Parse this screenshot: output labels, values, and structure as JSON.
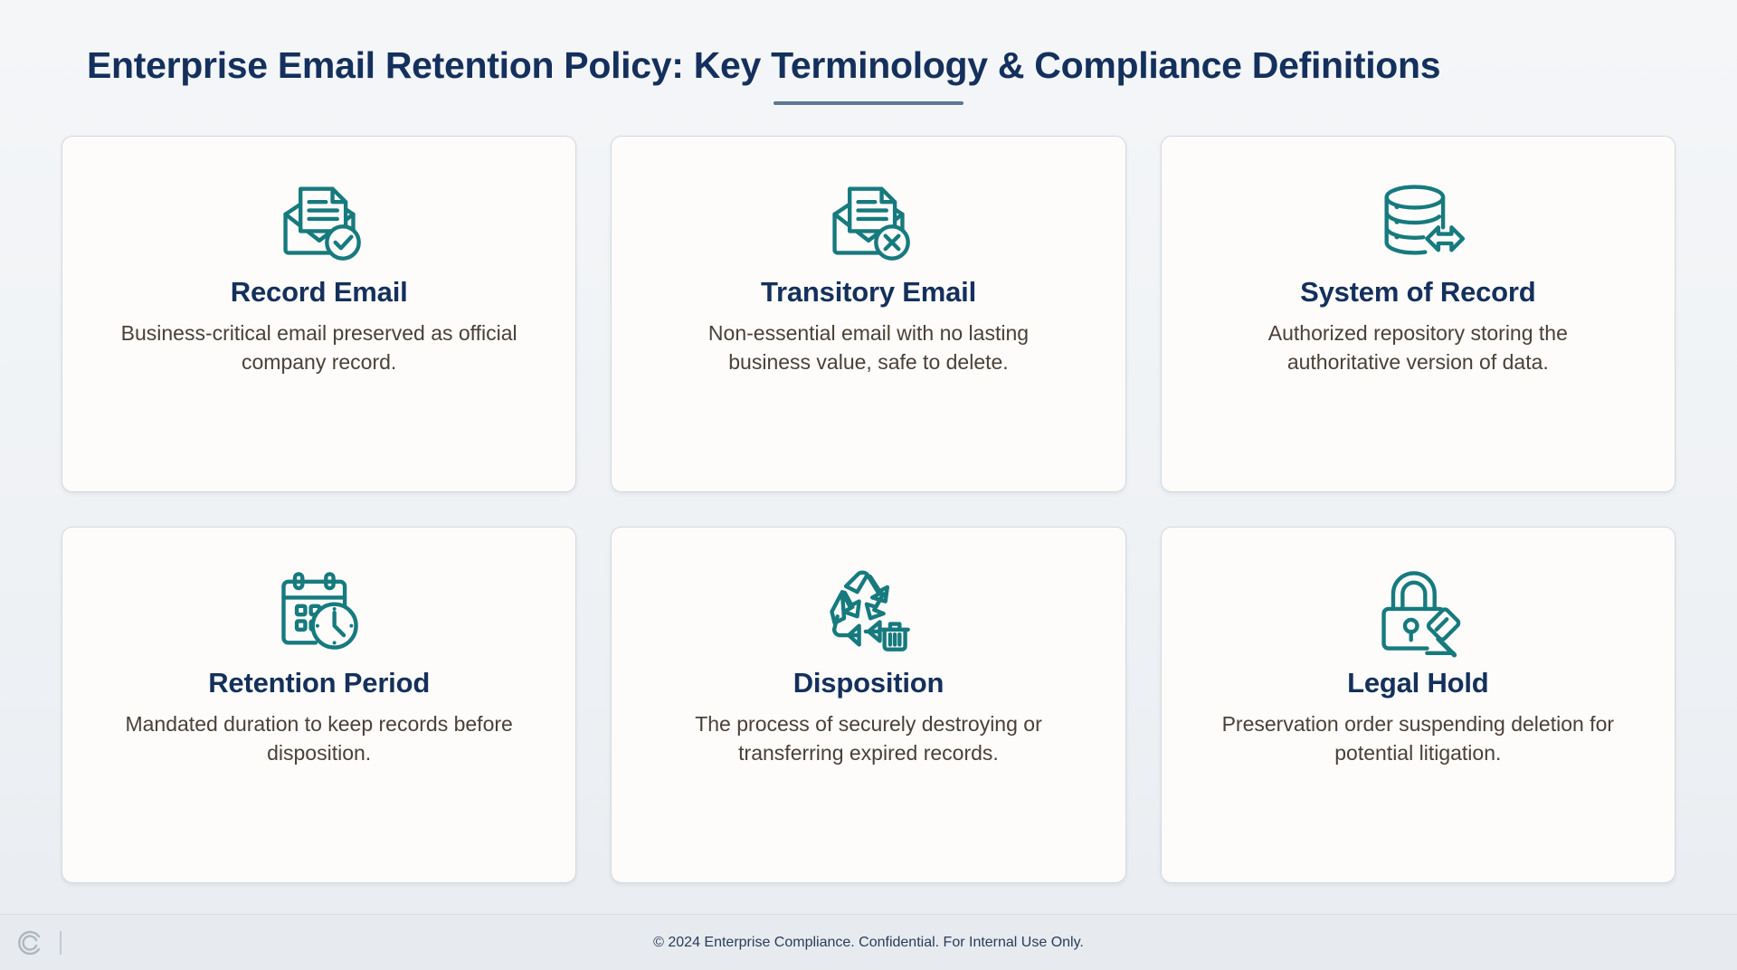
{
  "header": {
    "title": "Enterprise Email Retention Policy: Key Terminology & Compliance Definitions",
    "accent_color": "#5c7694"
  },
  "theme": {
    "page_background": "#f2f4f7",
    "card_background": "#fdfcfa",
    "card_border": "#d3d9e0",
    "title_color": "#14305c",
    "icon_color": "#167a7e",
    "body_text_color": "#4a4038",
    "footer_background": "#e7ebef"
  },
  "cards": [
    {
      "icon": "envelope-document-check-icon",
      "title": "Record Email",
      "description": "Business-critical email preserved as official company record."
    },
    {
      "icon": "envelope-document-x-icon",
      "title": "Transitory Email",
      "description": "Non-essential email with no lasting business value, safe to delete."
    },
    {
      "icon": "database-transfer-icon",
      "title": "System of Record",
      "description": "Authorized repository storing the authoritative version of data."
    },
    {
      "icon": "calendar-clock-icon",
      "title": "Retention Period",
      "description": "Mandated duration to keep records before disposition."
    },
    {
      "icon": "recycle-trash-icon",
      "title": "Disposition",
      "description": "The process of securely destroying or transferring expired records."
    },
    {
      "icon": "lock-gavel-icon",
      "title": "Legal Hold",
      "description": "Preservation order suspending deletion for potential litigation."
    }
  ],
  "footer": {
    "text": "© 2024 Enterprise Compliance. Confidential. For Internal Use Only.",
    "logo": "c-monogram-logo"
  }
}
